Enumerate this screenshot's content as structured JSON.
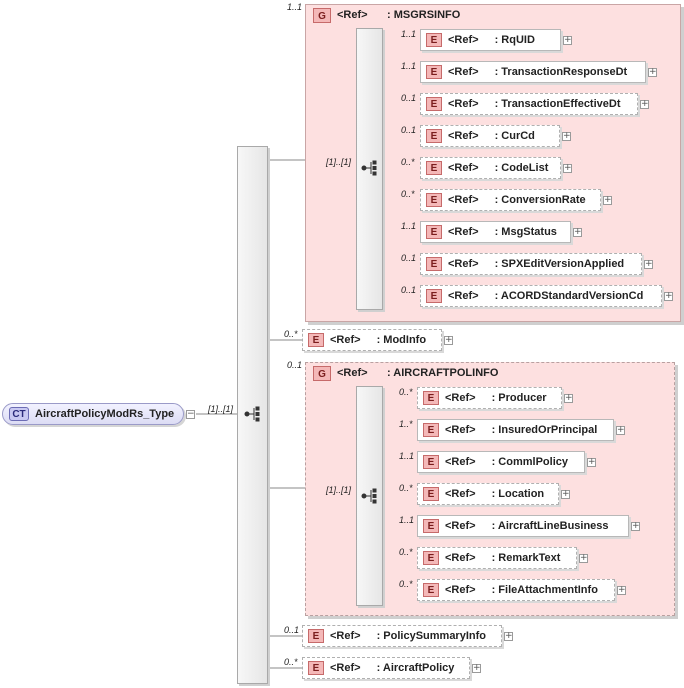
{
  "root": {
    "badge": "CT",
    "name": "AircraftPolicyModRs_Type",
    "seq_mult": "[1]..[1]"
  },
  "ref_label": "<Ref>",
  "element_badge": "E",
  "group_badge": "G",
  "msgrsinfo": {
    "name": ": MSGRSINFO",
    "mult": "1..1",
    "seq_mult": "[1]..[1]",
    "children": [
      {
        "mult": "1..1",
        "name": ": RqUID"
      },
      {
        "mult": "1..1",
        "name": ": TransactionResponseDt"
      },
      {
        "mult": "0..1",
        "name": ": TransactionEffectiveDt"
      },
      {
        "mult": "0..1",
        "name": ": CurCd"
      },
      {
        "mult": "0..*",
        "name": ": CodeList"
      },
      {
        "mult": "0..*",
        "name": ": ConversionRate"
      },
      {
        "mult": "1..1",
        "name": ": MsgStatus"
      },
      {
        "mult": "0..1",
        "name": ": SPXEditVersionApplied"
      },
      {
        "mult": "0..1",
        "name": ": ACORDStandardVersionCd"
      }
    ]
  },
  "modinfo": {
    "mult": "0..*",
    "name": ": ModInfo"
  },
  "aircraftpolinfo": {
    "name": ": AIRCRAFTPOLINFO",
    "mult": "0..1",
    "seq_mult": "[1]..[1]",
    "children": [
      {
        "mult": "0..*",
        "name": ": Producer"
      },
      {
        "mult": "1..*",
        "name": ": InsuredOrPrincipal"
      },
      {
        "mult": "1..1",
        "name": ": CommlPolicy"
      },
      {
        "mult": "0..*",
        "name": ": Location"
      },
      {
        "mult": "1..1",
        "name": ": AircraftLineBusiness"
      },
      {
        "mult": "0..*",
        "name": ": RemarkText"
      },
      {
        "mult": "0..*",
        "name": ": FileAttachmentInfo"
      }
    ]
  },
  "policysummaryinfo": {
    "mult": "0..1",
    "name": ": PolicySummaryInfo"
  },
  "aircraftpolicy": {
    "mult": "0..*",
    "name": ": AircraftPolicy"
  },
  "colors": {
    "group_fill": "#fde0e0",
    "element_badge": "#f4b8b8",
    "ct_badge": "#c9c9f2"
  }
}
